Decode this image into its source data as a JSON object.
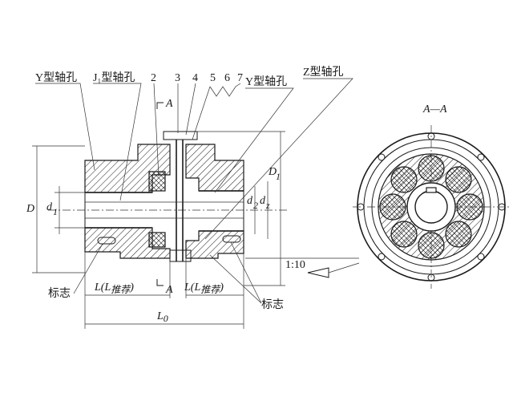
{
  "labels": {
    "y_bore_left": "Y型轴孔",
    "j1_bore": "J₁型轴孔",
    "part_2": "2",
    "part_3": "3",
    "part_4": "4",
    "part_5": "5",
    "part_6": "6",
    "part_7": "7",
    "y_bore_right": "Y型轴孔",
    "z_bore": "Z型轴孔",
    "section_mark_top": "A",
    "section_mark_bottom": "A",
    "section_view": "A—A",
    "mark_left": "标志",
    "mark_right": "标志",
    "taper": "1:10"
  },
  "dimensions": {
    "D": "D",
    "d1_left": "d",
    "d1_left_sub": "1",
    "D1": "D",
    "D1_sub": "1",
    "d2": "d",
    "d2_sub": "2",
    "dz": "d",
    "dz_sub": "z",
    "L_left": "L(L",
    "L_left_sub": "推荐",
    "L_left_close": ")",
    "L_right": "L(L",
    "L_right_sub": "推荐",
    "L_right_close": ")",
    "L0": "L",
    "L0_sub": "0"
  }
}
